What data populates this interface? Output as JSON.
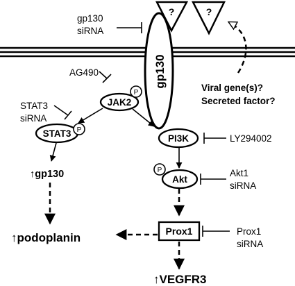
{
  "membrane_protein": "gp130",
  "ligand_marks": [
    "?",
    "?"
  ],
  "inhibitors": {
    "gp130_sirna": [
      "gp130",
      "siRNA"
    ],
    "ag490": "AG490",
    "stat3_sirna": [
      "STAT3",
      "siRNA"
    ],
    "ly294002": "LY294002",
    "akt1_sirna": [
      "Akt1",
      "siRNA"
    ],
    "prox1_sirna": [
      "Prox1",
      "siRNA"
    ]
  },
  "viral_question": [
    "Viral gene(s)?",
    "Secreted factor?"
  ],
  "nodes": {
    "jak2": "JAK2",
    "stat3": "STAT3",
    "pi3k": "PI3K",
    "akt": "Akt",
    "prox1": "Prox1"
  },
  "phospho_mark": "P",
  "outputs": {
    "gp130": "↑gp130",
    "podoplanin": "↑podoplanin",
    "vegfr3": "↑VEGFR3"
  }
}
